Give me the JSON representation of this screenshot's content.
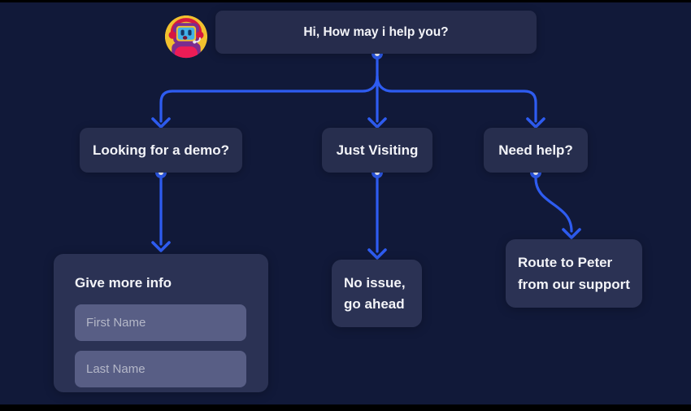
{
  "canvas": {
    "background": "#111939",
    "letterbox_color": "#000000"
  },
  "colors": {
    "connector_blue": "#2e5cf1",
    "node_background": "#272e4e",
    "card_background": "#2b3254",
    "input_background": "#5c628a",
    "text": "#f3f4f8",
    "placeholder": "#c0c3d2",
    "avatar_circle": "#f2c12e",
    "avatar_head": "#7b2d8e",
    "avatar_screen": "#41b0e8",
    "avatar_body": "#ed1c56"
  },
  "avatar": {
    "icon": "robot-avatar-icon"
  },
  "nodes": {
    "root_message": "Hi, How may i help you?",
    "demo_label": "Looking for a demo?",
    "visiting_label": "Just Visiting",
    "help_label": "Need help?"
  },
  "form": {
    "title": "Give more info",
    "first_name_placeholder": "First Name",
    "last_name_placeholder": "Last Name"
  },
  "no_issue": {
    "line1": "No issue,",
    "line2": "go ahead"
  },
  "route": {
    "line1": "Route to Peter",
    "line2": "from our support"
  }
}
